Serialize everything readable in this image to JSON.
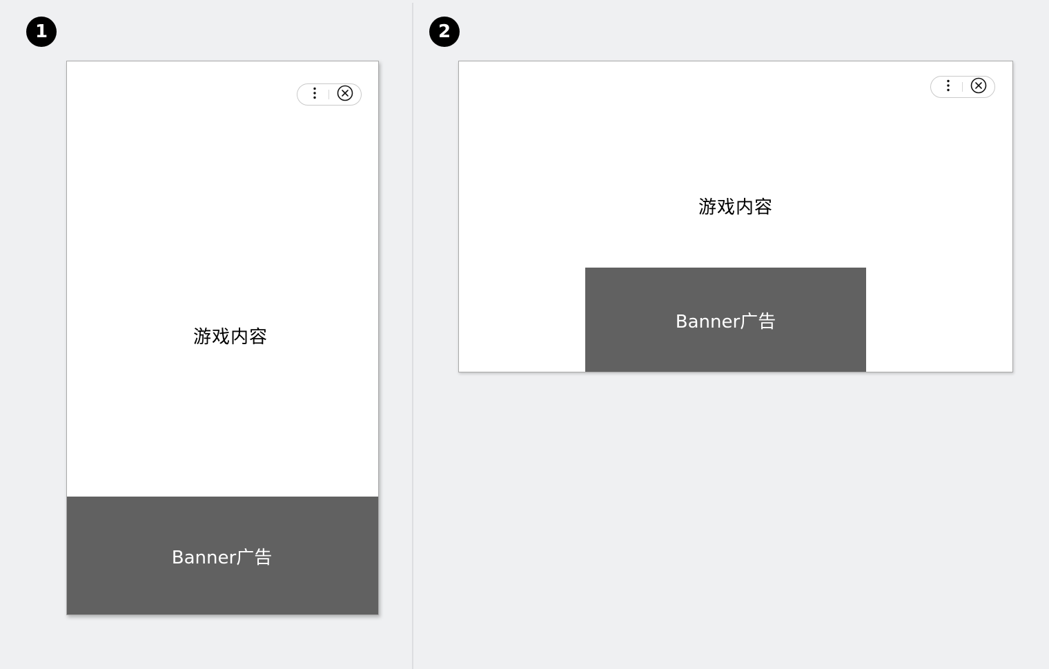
{
  "steps": [
    {
      "number": "1",
      "orientation": "portrait",
      "game_content_label": "游戏内容",
      "banner_label": "Banner广告",
      "capsule": {
        "more_icon": "more-vertical-icon",
        "close_icon": "close-circle-icon"
      }
    },
    {
      "number": "2",
      "orientation": "landscape",
      "game_content_label": "游戏内容",
      "banner_label": "Banner广告",
      "capsule": {
        "more_icon": "more-vertical-icon",
        "close_icon": "close-circle-icon"
      }
    }
  ],
  "colors": {
    "background": "#eff0f2",
    "screen": "#ffffff",
    "banner": "#616161",
    "badge": "#000000"
  }
}
